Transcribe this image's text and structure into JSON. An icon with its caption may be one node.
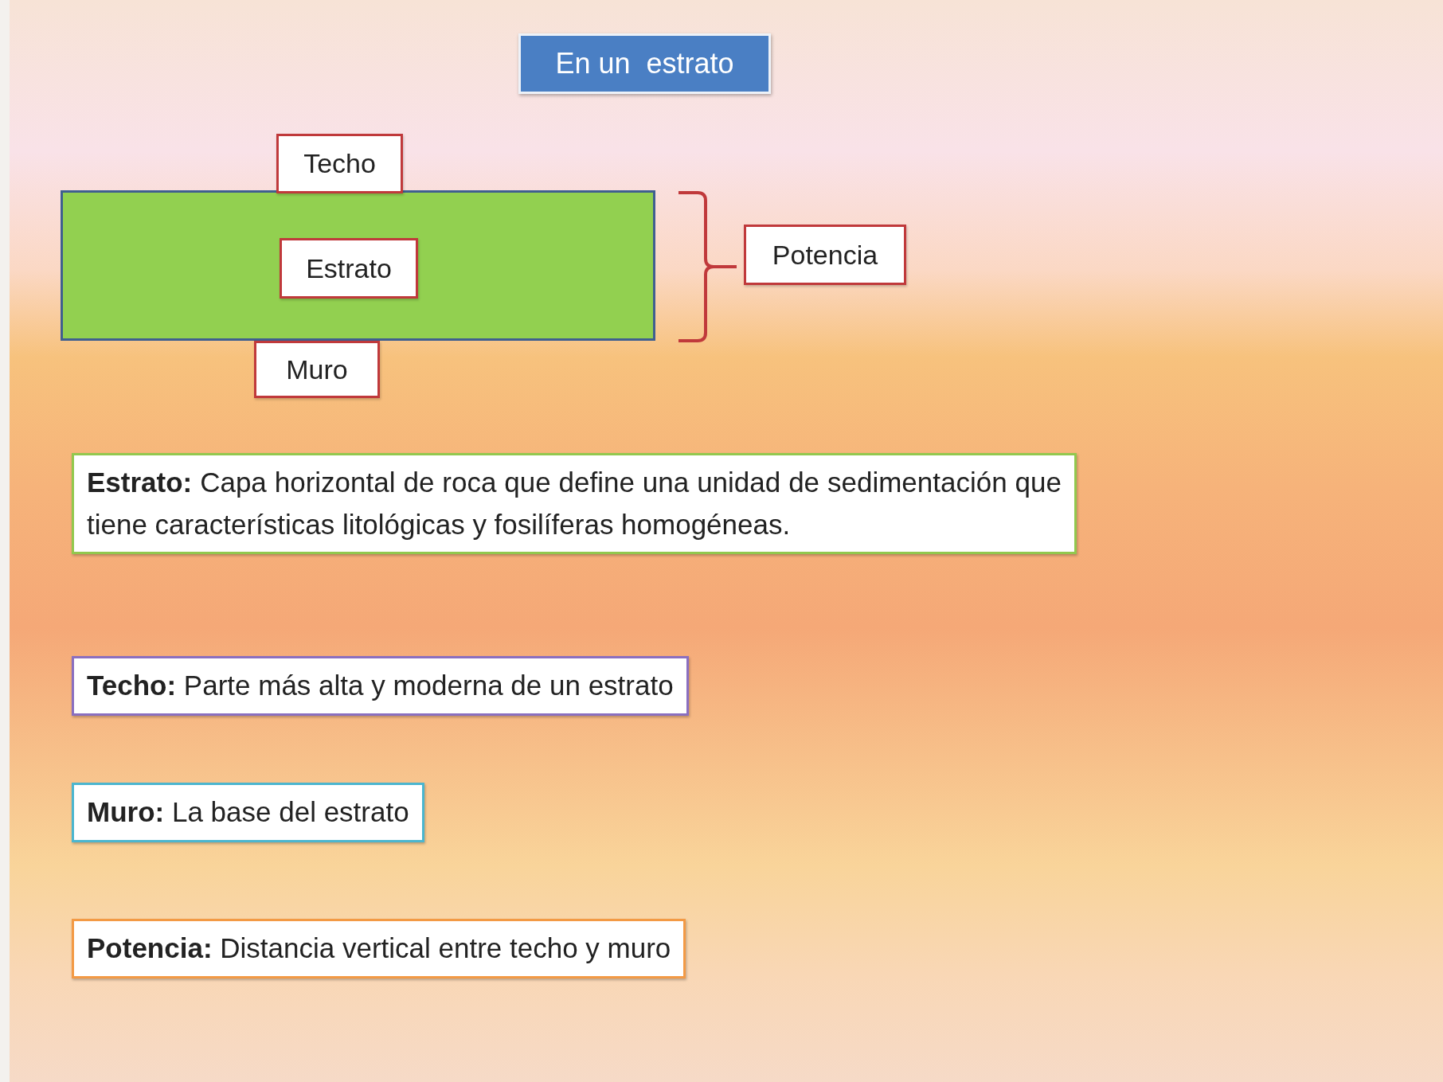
{
  "diagram": {
    "title": "En un  estrato",
    "nodes": [
      {
        "text": [],
        "shape": "box"
      },
      {
        "text": [
          "Techo"
        ]
      },
      {
        "text": [
          "Estrato"
        ],
        "in": 0
      },
      {
        "text": [
          "Muro"
        ]
      },
      {
        "text": [
          "Potencia"
        ]
      },
      {
        "text": [
          "**Estrato:** Capa horizontal de roca que define una unidad de sedimentación que tiene características litológicas y fosilíferas homogéneas."
        ]
      },
      {
        "text": [
          "**Techo:** Parte más alta y moderna de un estrato"
        ]
      },
      {
        "text": [
          "**Muro:** La base del estrato"
        ]
      },
      {
        "text": [
          "**Potencia:** Distancia vertical entre techo y muro"
        ]
      }
    ]
  }
}
